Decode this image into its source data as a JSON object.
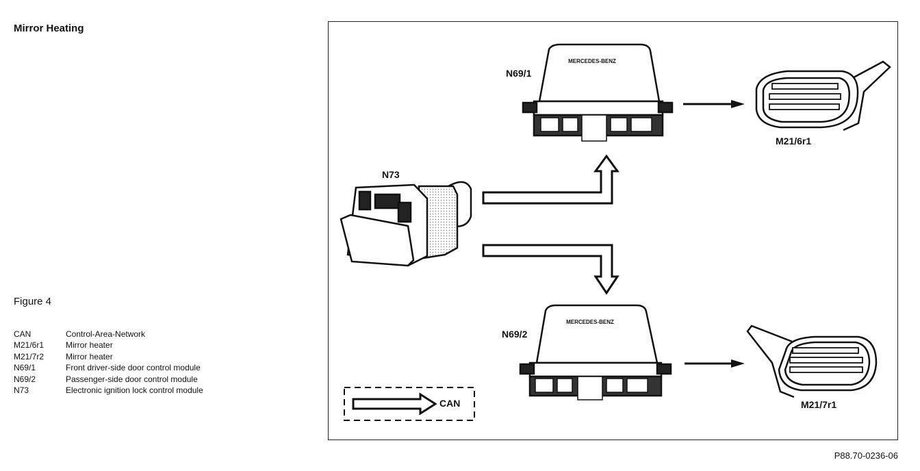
{
  "title": "Mirror Heating",
  "figure_label": "Figure 4",
  "legend": [
    {
      "code": "CAN",
      "description": "Control-Area-Network"
    },
    {
      "code": "M21/6r1",
      "description": "Mirror heater"
    },
    {
      "code": "M21/7r2",
      "description": "Mirror heater"
    },
    {
      "code": "N69/1",
      "description": "Front driver-side door control module"
    },
    {
      "code": "N69/2",
      "description": "Passenger-side door control module"
    },
    {
      "code": "N73",
      "description": "Electronic ignition lock control module"
    }
  ],
  "diagram": {
    "labels": {
      "n73": "N73",
      "n69_1": "N69/1",
      "n69_2": "N69/2",
      "m21_6r1": "M21/6r1",
      "m21_7r1": "M21/7r1",
      "can_key": "CAN",
      "module_brand": "MERCEDES-BENZ"
    },
    "figure_id": "P88.70-0236-06"
  }
}
